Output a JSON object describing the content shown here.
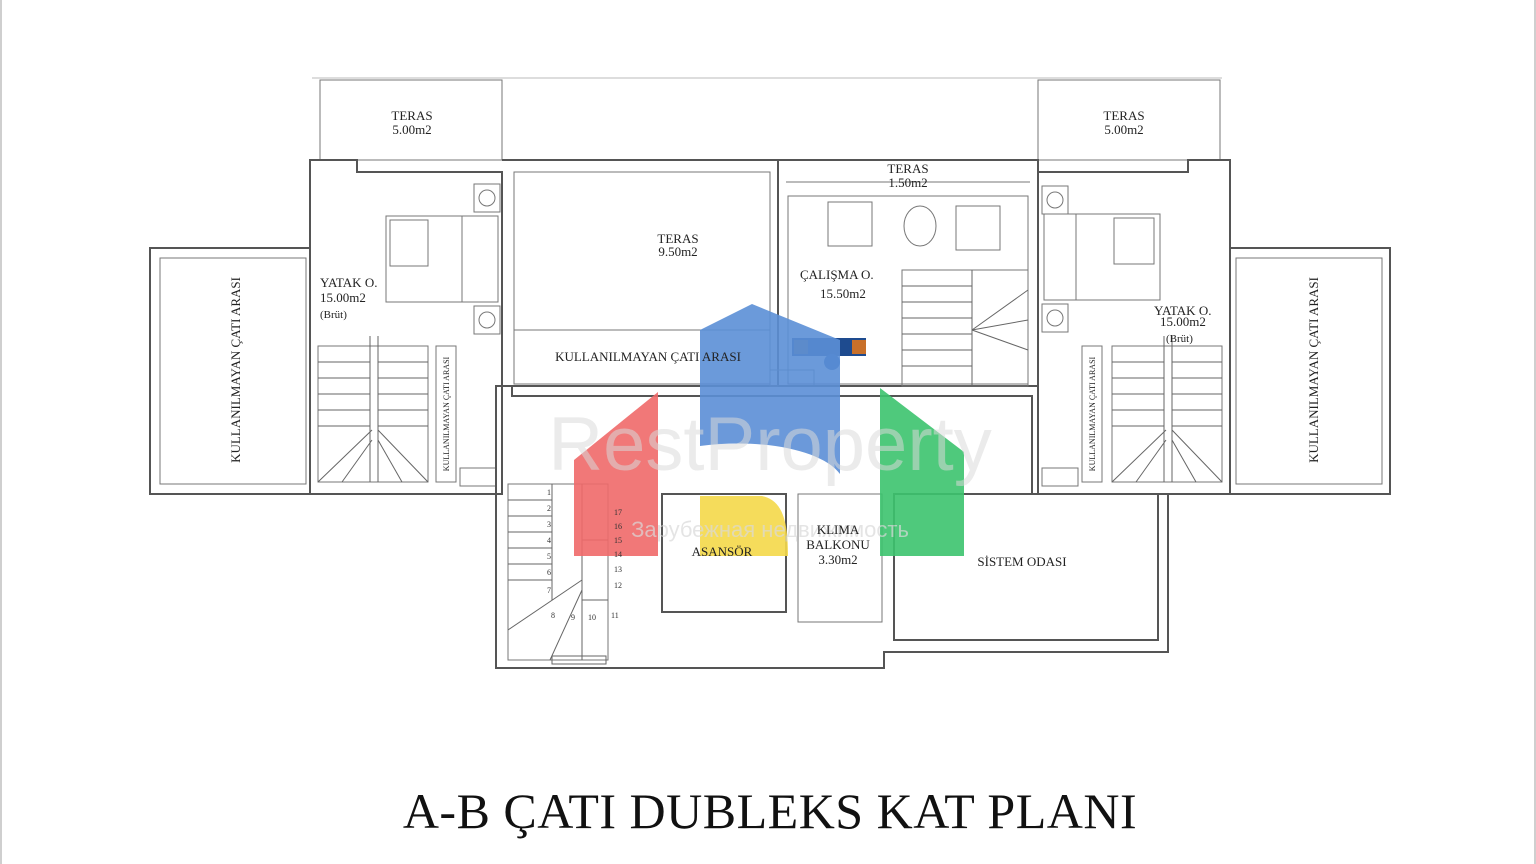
{
  "title": "A-B ÇATI DUBLEKS KAT PLANI",
  "watermark": {
    "brand": "RestProperty",
    "tagline": "Зарубежная недвижимость",
    "colors": {
      "blue": "#5b8fd6",
      "red": "#f06a6a",
      "green": "#3cc46e",
      "yellow": "#f5d94a"
    }
  },
  "rooms": {
    "teras_left": {
      "name": "TERAS",
      "area": "5.00m2"
    },
    "teras_right": {
      "name": "TERAS",
      "area": "5.00m2"
    },
    "teras_center_top": {
      "name": "TERAS",
      "area": "1.50m2"
    },
    "teras_center": {
      "name": "TERAS",
      "area": "9.50m2"
    },
    "yatak_left": {
      "name": "YATAK O.",
      "area": "15.00m2",
      "note": "(Brüt)"
    },
    "yatak_right": {
      "name": "YATAK O.",
      "area": "15.00m2",
      "note": "(Brüt)"
    },
    "calisma": {
      "name": "ÇALIŞMA O.",
      "area": "15.50m2"
    },
    "kullanilmayan_center": {
      "name": "KULLANILMAYAN ÇATI ARASI"
    },
    "kullanilmayan_left": {
      "name": "KULLANILMAYAN ÇATI ARASI"
    },
    "kullanilmayan_right": {
      "name": "KULLANILMAYAN ÇATI ARASI"
    },
    "kullanilmayan_left_small": {
      "name": "KULLANILMAYAN ÇATI ARASI"
    },
    "kullanilmayan_right_small": {
      "name": "KULLANILMAYAN ÇATI ARASI"
    },
    "asansor": {
      "name": "ASANSÖR"
    },
    "klima": {
      "name": "KLIMA",
      "name2": "BALKONU",
      "area": "3.30m2"
    },
    "sistem": {
      "name": "SİSTEM ODASI"
    }
  },
  "stair_numbers": [
    "1",
    "2",
    "3",
    "4",
    "5",
    "6",
    "7",
    "8",
    "9",
    "10",
    "11",
    "12",
    "13",
    "14",
    "15",
    "16",
    "17"
  ]
}
